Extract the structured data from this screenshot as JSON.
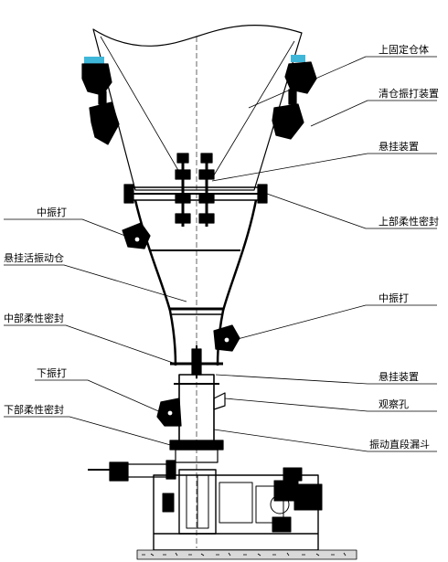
{
  "labels": {
    "upper_bin": "上固定仓体",
    "bin_clean_hammer": "清仓振打装置",
    "suspension_top": "悬挂装置",
    "upper_flex_seal": "上部柔性密封",
    "mid_hammer_left": "中振打",
    "suspended_bin": "悬挂活振动仓",
    "mid_hammer_right": "中振打",
    "mid_flex_seal": "中部柔性密封",
    "lower_hammer": "下振打",
    "suspension_bottom": "悬挂装置",
    "lower_flex_seal": "下部柔性密封",
    "sight_hole": "观察孔",
    "straight_hopper": "振动直段漏斗"
  },
  "colors": {
    "line": "#000000",
    "accent": "#3fb7d9",
    "ground": "#d9d9d9"
  }
}
